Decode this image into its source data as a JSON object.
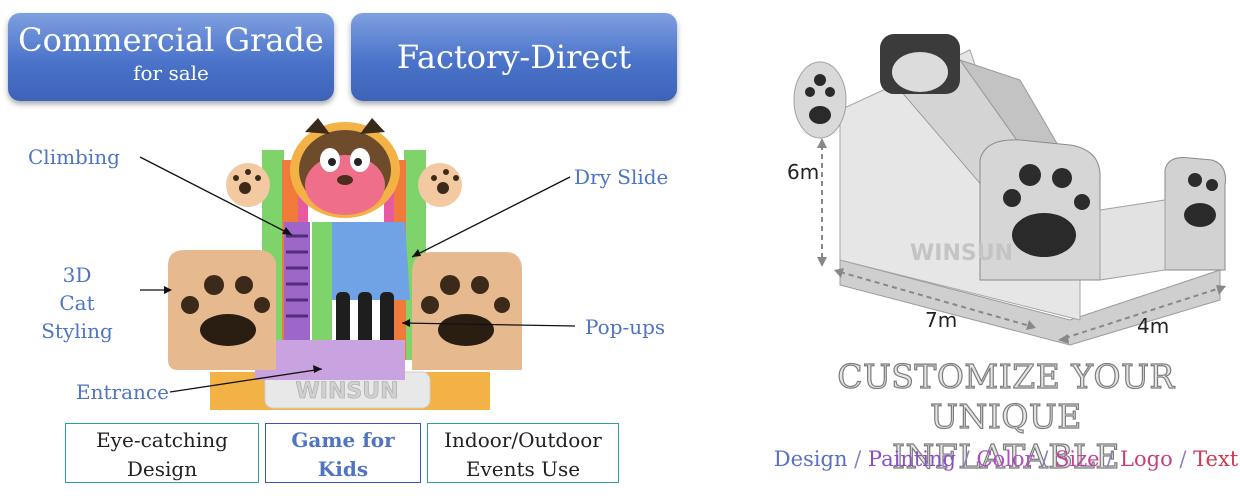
{
  "badges": {
    "commercial_title": "Commercial Grade",
    "commercial_sub": "for sale",
    "factory": "Factory-Direct"
  },
  "callouts": {
    "climbing": "Climbing",
    "dry_slide": "Dry Slide",
    "cat_line1": "3D",
    "cat_line2": "Cat Styling",
    "popups": "Pop-ups",
    "entrance": "Entrance"
  },
  "product_logo": "WINSUN",
  "features": {
    "f1_line1": "Eye-catching",
    "f1_line2": "Design",
    "f2_line1": "Game for",
    "f2_line2": "Kids",
    "f3_line1": "Indoor/Outdoor",
    "f3_line2": "Events Use"
  },
  "dimensions": {
    "height": "6m",
    "length": "7m",
    "width": "4m"
  },
  "customize": {
    "line1": "CUSTOMIZE YOUR UNIQUE",
    "line2": "INFLATABLE"
  },
  "options": [
    {
      "label": "Design",
      "color": "#5b6fc4"
    },
    {
      "label": "Painting",
      "color": "#8a4fc6"
    },
    {
      "label": "Color",
      "color": "#b24ac9"
    },
    {
      "label": "Size",
      "color": "#c0449d"
    },
    {
      "label": "Logo",
      "color": "#c73f7a"
    },
    {
      "label": "Text",
      "color": "#cf3a52"
    }
  ],
  "option_separator": "/",
  "colors": {
    "pill": "#4a73c9",
    "callout_text": "#4e74c3",
    "feature_border": "#2aa198"
  }
}
